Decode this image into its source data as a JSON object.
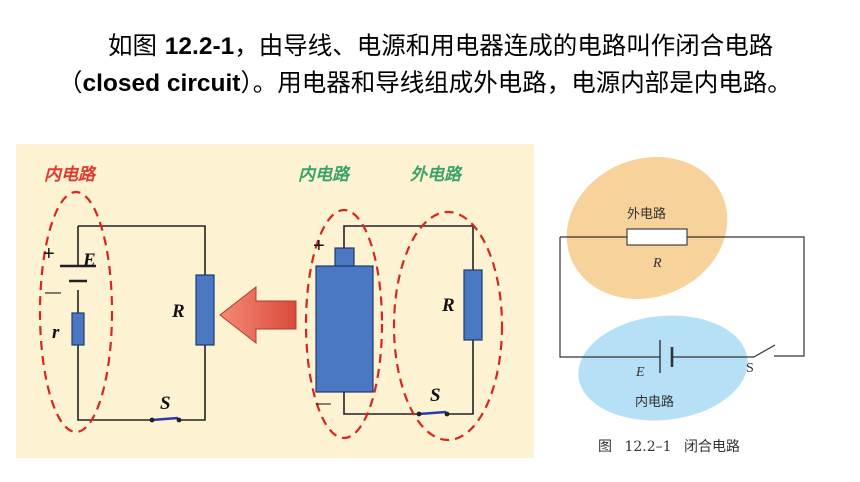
{
  "paragraph": {
    "prefix": "如图 ",
    "figure_ref": "12.2-1",
    "text1": "，由导线、电源和用电器连成的电路叫作闭合电路（",
    "term": "closed circuit",
    "text2": "）。用电器和导线组成外电路，电源内部是内电路。"
  },
  "left_figure": {
    "inner_label_left": "内电路",
    "inner_label_right": "内电路",
    "outer_label": "外电路",
    "plus": "+",
    "minus": "—",
    "emf": "E",
    "internal_r": "r",
    "load": "R",
    "switch": "S"
  },
  "right_figure": {
    "outer_region": "外电路",
    "resistor": "R",
    "emf": "E",
    "switch": "S",
    "inner_region": "内电路",
    "caption": "图 12.2–1  闭合电路"
  },
  "colors": {
    "panel_bg": "#fdf3d3",
    "dashed_red": "#d8261e",
    "label_red": "#e03a2f",
    "label_green": "#3aa36b",
    "component_blue": "#4a78c2",
    "arrow_red": "#ec6a55",
    "outer_blob": "#f7d29a",
    "inner_blob": "#b6e0f6"
  }
}
